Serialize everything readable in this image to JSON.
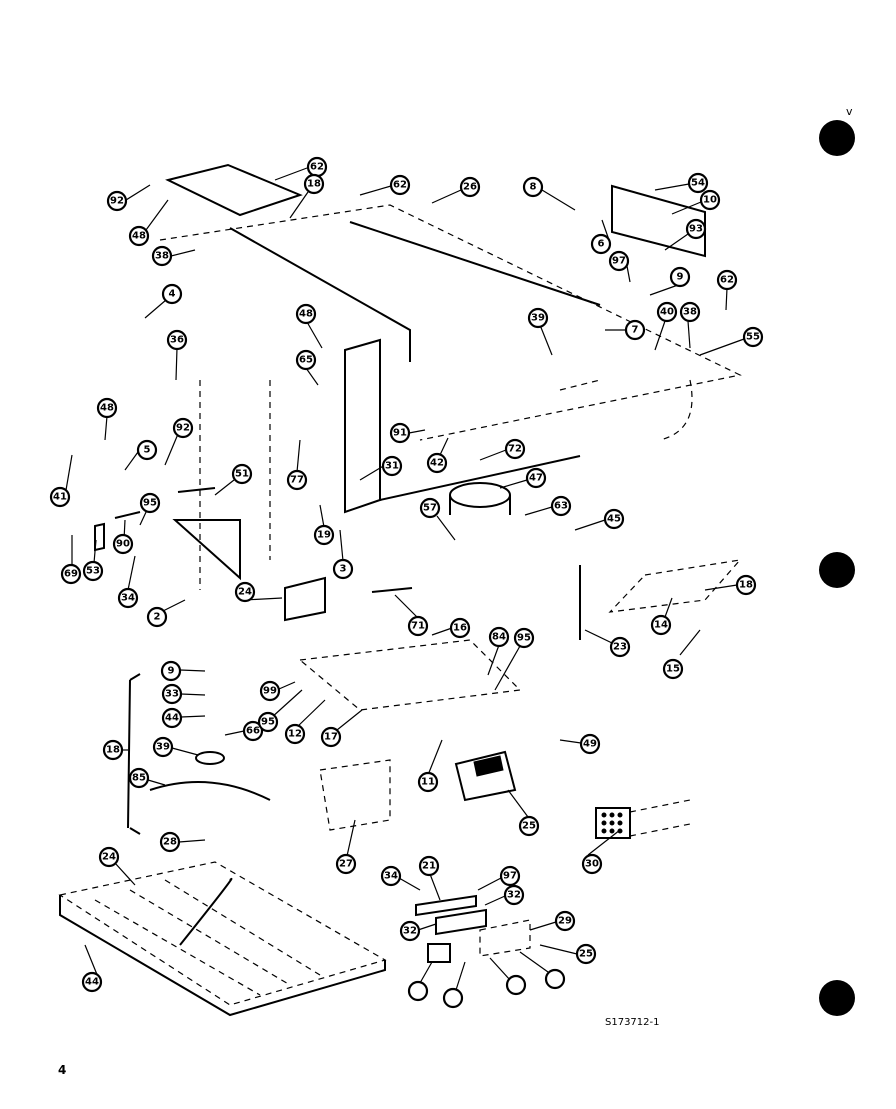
{
  "drawing": {
    "drawing_number": "S173712-1",
    "page_number": "4",
    "corner_mark": "v"
  },
  "callouts": [
    "92",
    "48",
    "62",
    "18",
    "62",
    "26",
    "8",
    "54",
    "10",
    "93",
    "6",
    "97",
    "38",
    "4",
    "48",
    "36",
    "65",
    "39",
    "7",
    "55",
    "62",
    "9",
    "40",
    "38",
    "48",
    "41",
    "5",
    "92",
    "51",
    "77",
    "31",
    "91",
    "42",
    "47",
    "72",
    "57",
    "63",
    "45",
    "95",
    "90",
    "53",
    "69",
    "34",
    "2",
    "24",
    "19",
    "3",
    "71",
    "18",
    "14",
    "15",
    "23",
    "16",
    "9",
    "33",
    "44",
    "66",
    "39",
    "99",
    "95",
    "12",
    "17",
    "84",
    "95",
    "49",
    "18",
    "85",
    "11",
    "30",
    "25",
    "28",
    "27",
    "24",
    "34",
    "21",
    "97",
    "32",
    "32",
    "29",
    "25",
    "44"
  ]
}
